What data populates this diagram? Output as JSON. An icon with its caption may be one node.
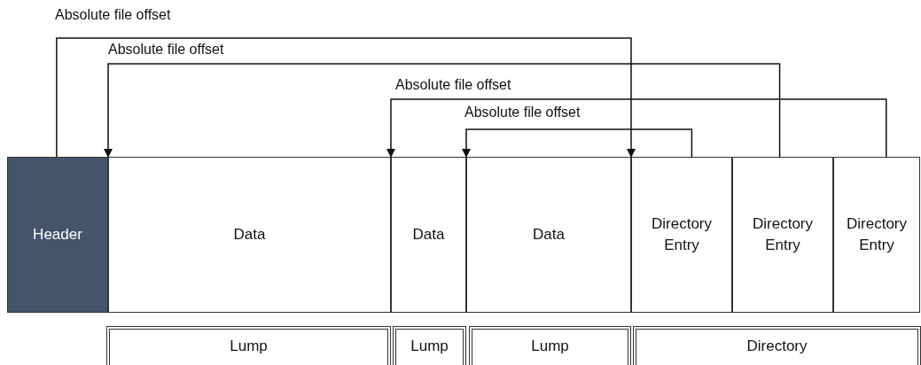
{
  "diagram": {
    "nodes": [
      {
        "text": [
          "Header"
        ]
      },
      {
        "text": [
          "Data"
        ]
      },
      {
        "text": [
          "Data"
        ]
      },
      {
        "text": [
          "Data"
        ]
      },
      {
        "text": [
          "Directory Entry"
        ]
      },
      {
        "text": [
          "Directory Entry"
        ]
      },
      {
        "text": [
          "Directory Entry"
        ]
      },
      {
        "text": [
          "Lump"
        ]
      },
      {
        "text": [
          "Lump"
        ]
      },
      {
        "text": [
          "Lump"
        ]
      },
      {
        "text": [
          "Directory"
        ]
      }
    ],
    "edges": [
      {
        "from": 0,
        "to": 4,
        "arrow": "to",
        "label": "Absolute file offset"
      },
      {
        "from": 5,
        "to": 1,
        "arrow": "to",
        "label": "Absolute file offset"
      },
      {
        "from": 6,
        "to": 2,
        "arrow": "to",
        "label": "Absolute file offset"
      },
      {
        "from": 4,
        "to": 3,
        "arrow": "to",
        "label": "Absolute file offset"
      }
    ]
  }
}
